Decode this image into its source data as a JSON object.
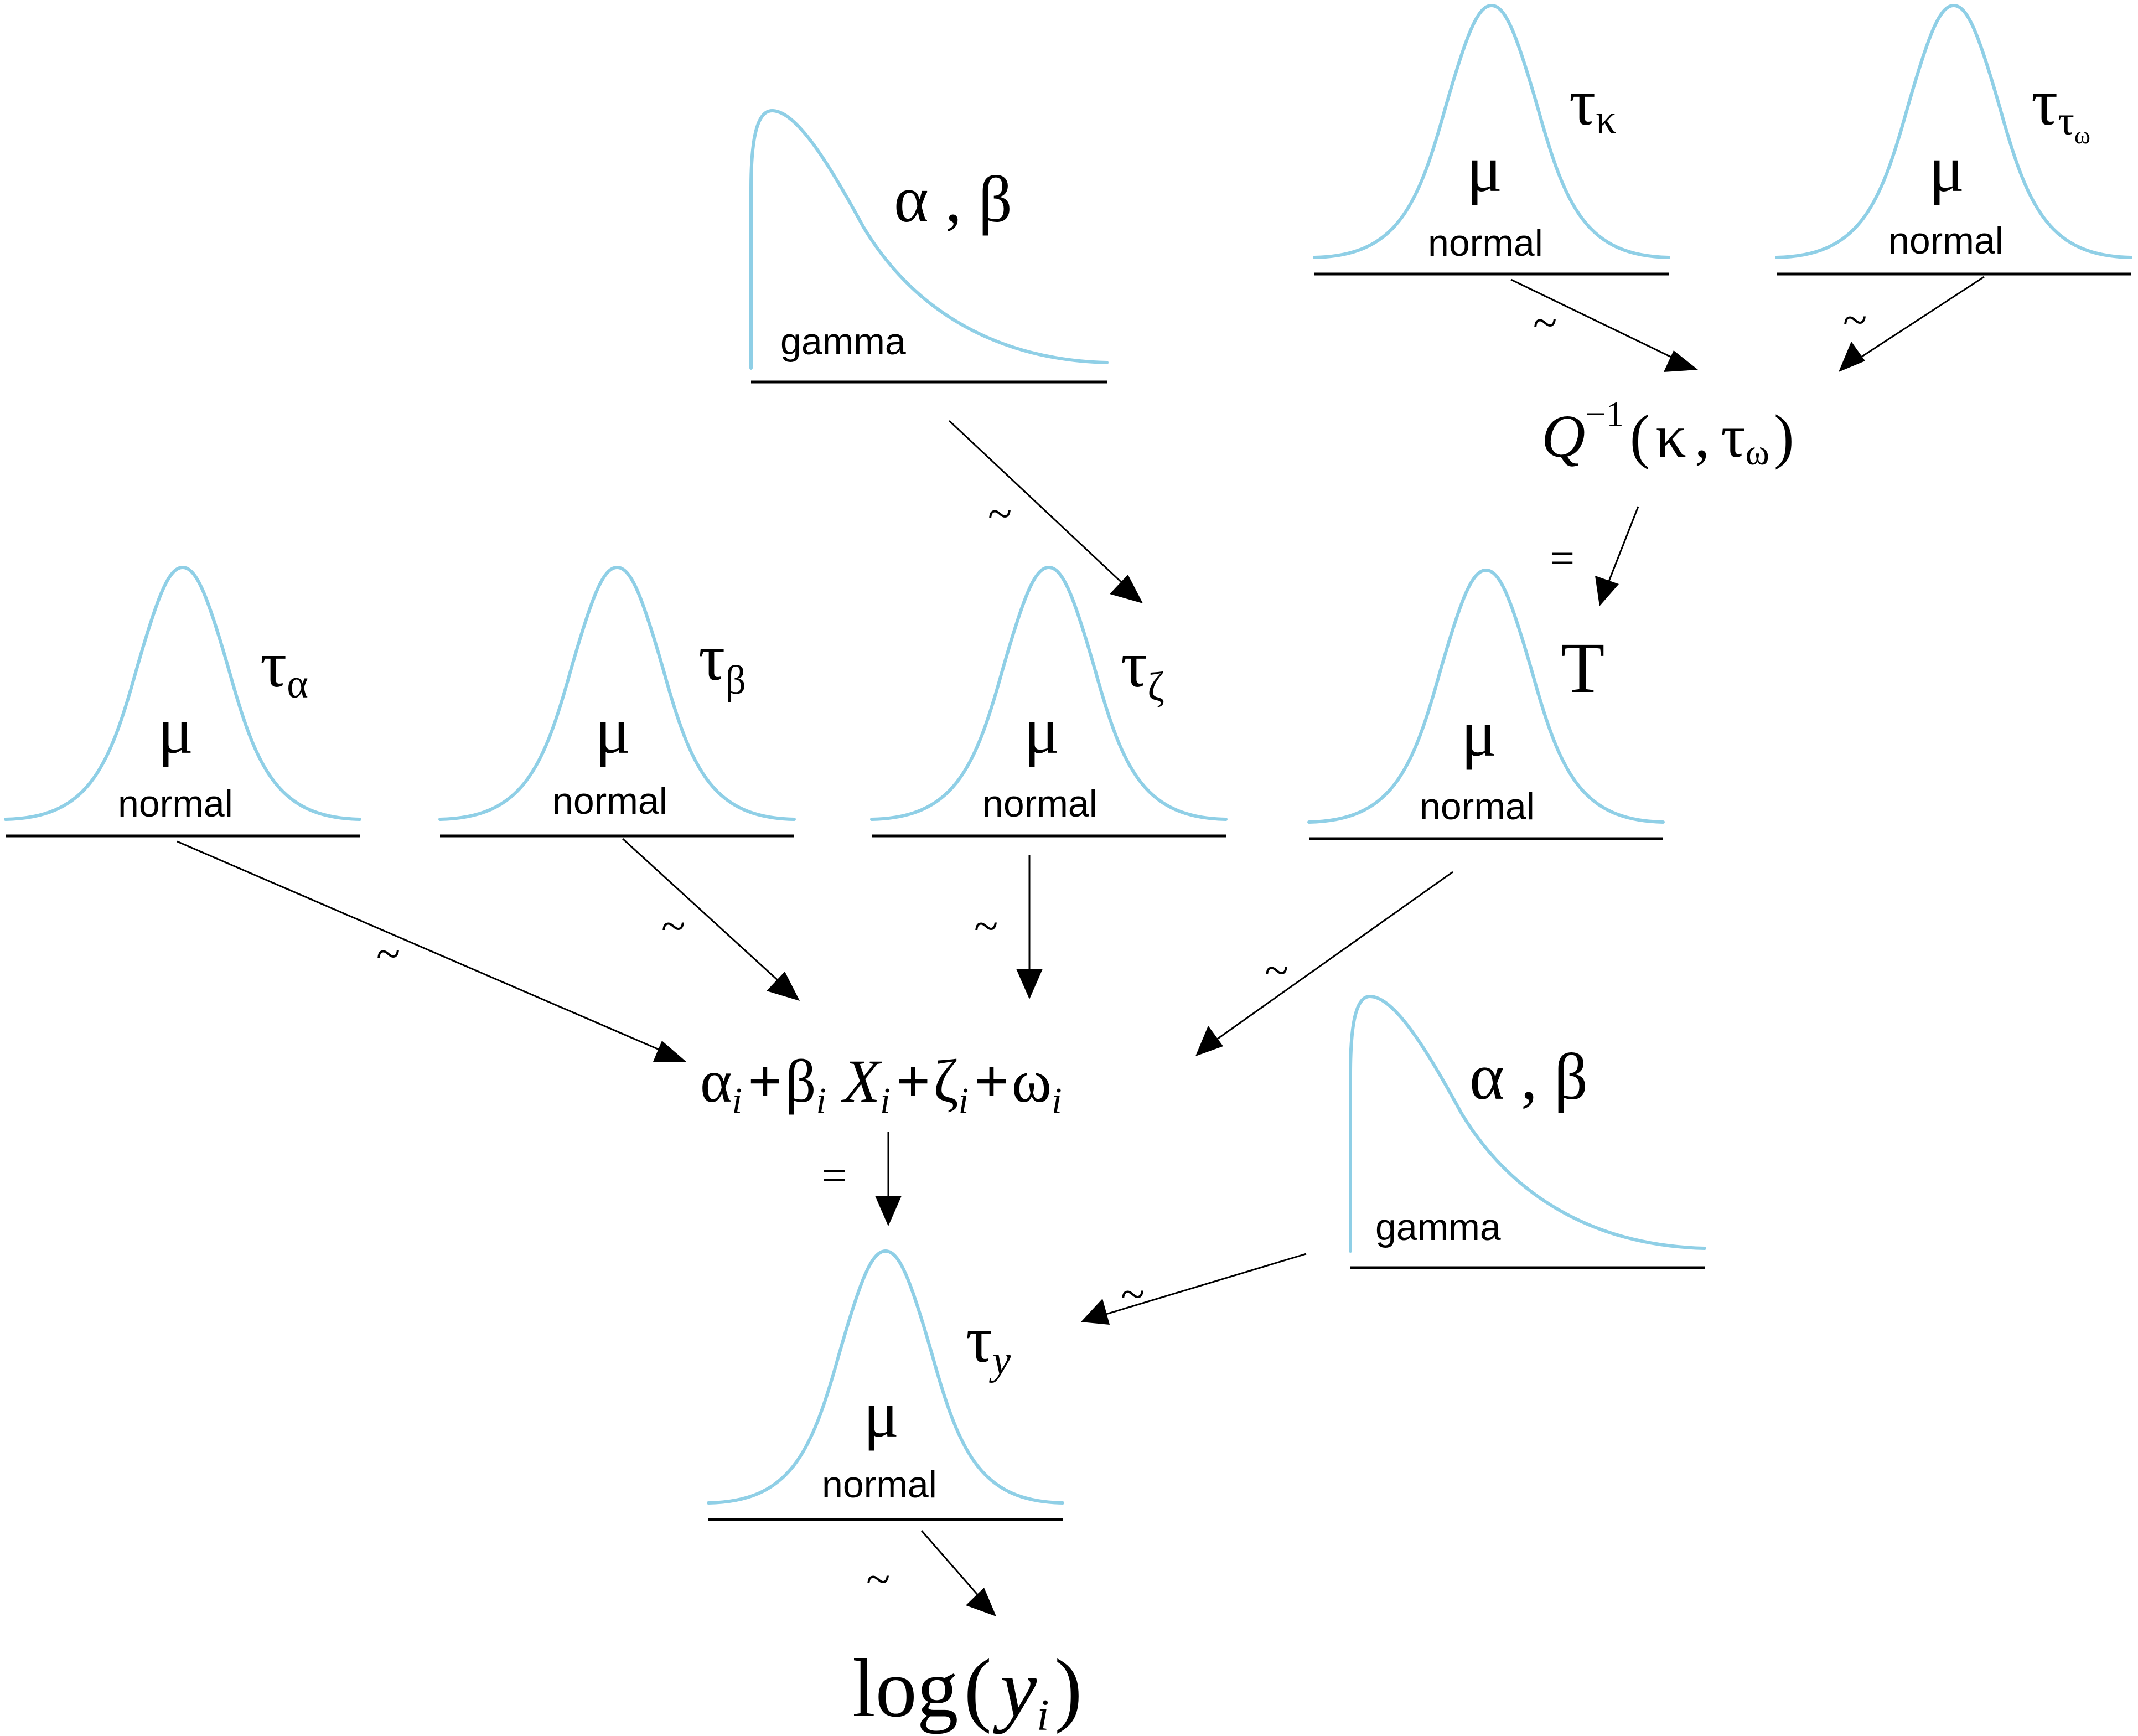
{
  "colors": {
    "curve": "#8fcfe6",
    "ink": "#000000"
  },
  "labels": {
    "normal": "normal",
    "gamma": "gamma",
    "mu": "μ",
    "tau": "τ",
    "tilde": "~",
    "equals": "=",
    "alpha_beta": "α , β"
  },
  "nodes": {
    "top_kappa": {
      "dist": "normal",
      "sub": "κ"
    },
    "top_tauomega": {
      "dist": "normal",
      "sub": "τ",
      "subsub": "ω"
    },
    "alpha_node": {
      "dist": "normal",
      "sub": "α"
    },
    "beta_node": {
      "dist": "normal",
      "sub": "β"
    },
    "zeta_node": {
      "dist": "normal",
      "sub": "ζ"
    },
    "T_node": {
      "dist": "normal",
      "param": "T"
    },
    "y_node": {
      "dist": "normal",
      "sub": "y"
    }
  },
  "formulas": {
    "q_inverse": {
      "Q": "Q",
      "sup": "−1",
      "open": "(",
      "kappa": "κ",
      "comma": ",",
      "tau": "τ",
      "omega": "ω",
      "close": ")"
    },
    "linear": {
      "alpha": "α",
      "i": "i",
      "plus": "+",
      "beta": "β",
      "X": "X",
      "zeta": "ζ",
      "omega": "ω"
    },
    "log": {
      "log": "log",
      "open": "(",
      "y": "y",
      "i": "i",
      "close": ")"
    }
  }
}
